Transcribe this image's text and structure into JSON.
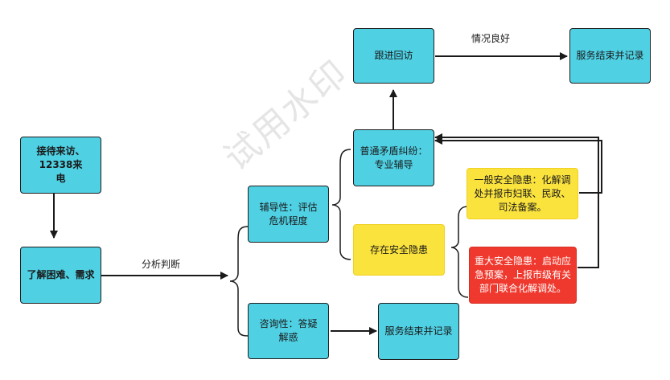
{
  "nodes": {
    "reception": "接待来访、12338来电",
    "understand": "了解困难、需求",
    "guidance": "辅导性：评估危机程度",
    "consult": "咨询性：答疑解惑",
    "ordinary": "普通矛盾纠纷：专业辅导",
    "follow_up": "跟进回访",
    "end_top": "服务结束并记录",
    "risk": "存在安全隐患",
    "general_risk": "一般安全隐患：化解调处并报市妇联、民政、司法备案。",
    "major_risk": "重大安全隐患：启动应急预案，上报市级有关部门联合化解调处。",
    "end_bottom": "服务结束并记录"
  },
  "edge_labels": {
    "analyze": "分析判断",
    "good": "情况良好"
  },
  "watermark": "试用水印",
  "colors": {
    "node_fill": "#4fd0e3",
    "risk_fill": "#fbe33e",
    "major_fill": "#f0392e",
    "line": "#1a1a1a"
  }
}
